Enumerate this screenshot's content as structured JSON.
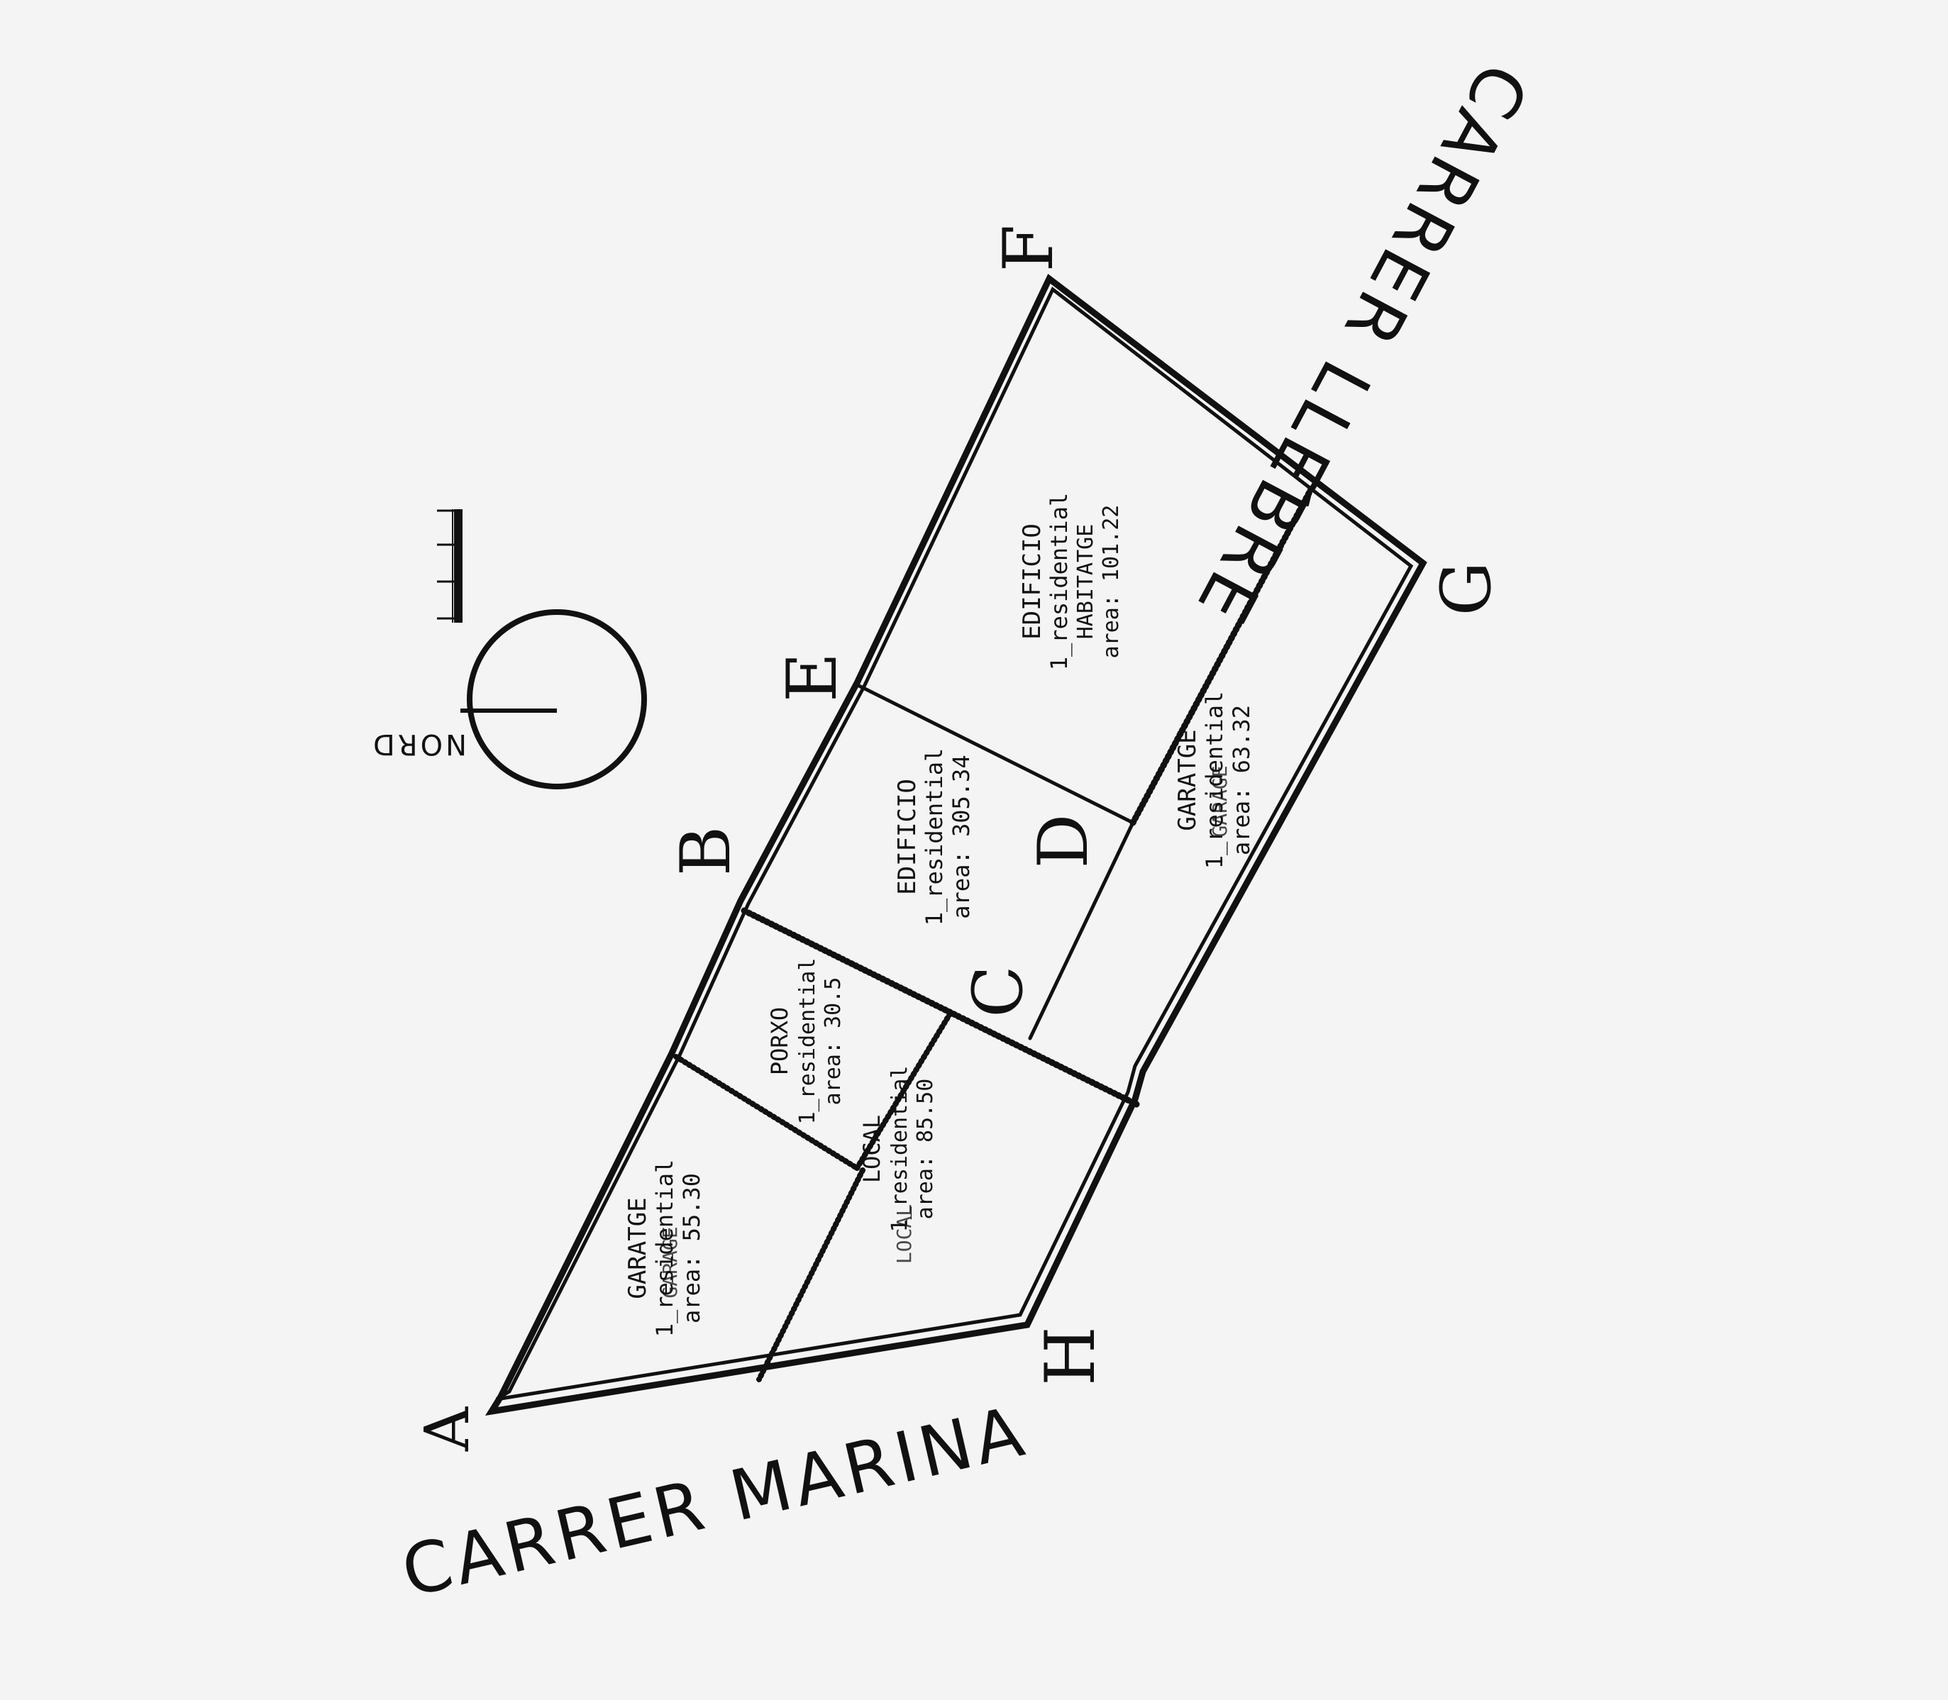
{
  "streets": {
    "bottom": "CARRER MARINA",
    "right": "CARRER LLEBRE"
  },
  "vertices": {
    "a": "A",
    "b": "B",
    "c": "C",
    "d": "D",
    "e": "E",
    "f": "F",
    "g": "G",
    "h": "H"
  },
  "compass": {
    "label": "NORD"
  },
  "rooms": {
    "garatge_left": {
      "name": "GARATGE",
      "use": "1_residential",
      "area": "area: 55.30",
      "type": "GARAGE"
    },
    "porxo": {
      "name": "PORXO",
      "use": "1_residential",
      "area": "area: 30.5"
    },
    "local": {
      "name": "LOCAL",
      "use": "1_residential",
      "area": "area: 85.50",
      "type": "LOCAL"
    },
    "edificio_center": {
      "name": "EDIFICIO",
      "use": "1_residential",
      "area": "area: 305.34"
    },
    "edificio_top": {
      "name": "EDIFICIO",
      "use": "1_residential",
      "area": "area: 101.22",
      "type": "HABITATGE"
    },
    "garatge_right": {
      "name": "GARATGE",
      "use": "1_residential",
      "area": "area: 63.32",
      "type": "GARAGE"
    }
  }
}
